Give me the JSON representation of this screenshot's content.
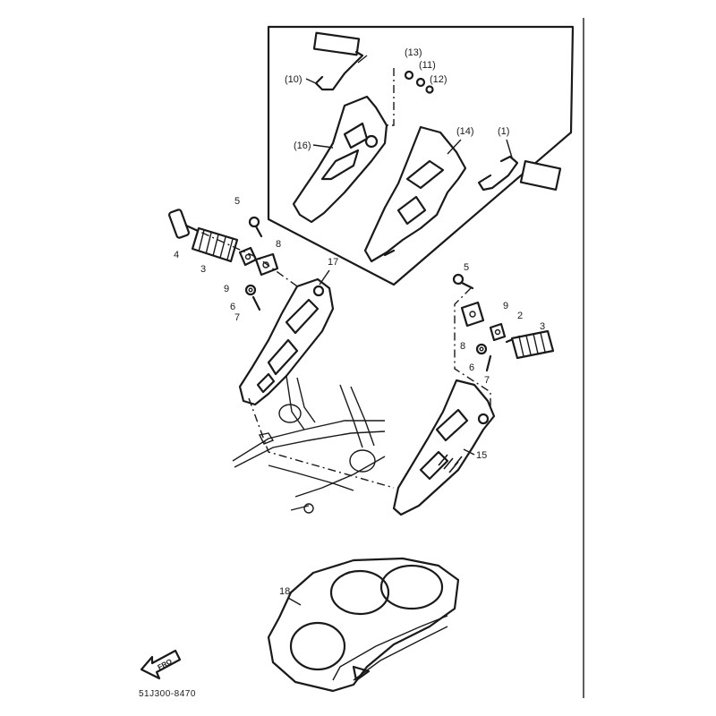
{
  "diagram": {
    "callouts": {
      "c1": "(1)",
      "c10": "(10)",
      "c11": "(11)",
      "c12": "(12)",
      "c13": "(13)",
      "c14": "(14)",
      "c16": "(16)",
      "l_5": "5",
      "l_4": "4",
      "l_3": "3",
      "l_9": "9",
      "l_8": "8",
      "l_6": "6",
      "l_7": "7",
      "l_17": "17",
      "r_5": "5",
      "r_9": "9",
      "r_2": "2",
      "r_3": "3",
      "r_8": "8",
      "r_6": "6",
      "r_7": "7",
      "r_15": "15",
      "b_18": "18"
    },
    "front_arrow_text": "FRO",
    "drawing_code": "51J300-8470",
    "colors": {
      "line": "#1a1a1a",
      "background": "#ffffff"
    }
  }
}
